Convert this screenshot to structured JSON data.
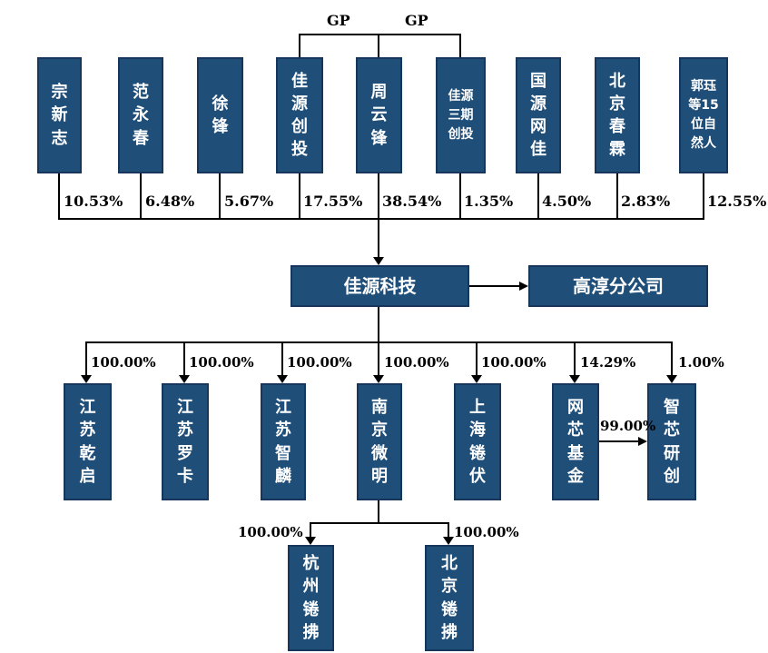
{
  "diagram_type": "equity-ownership-structure",
  "colors": {
    "box_fill": "#1F4E79",
    "box_border": "#16365C",
    "box_text": "#FFFFFF",
    "connector": "#000000",
    "label_text": "#000000",
    "background": "#FFFFFF"
  },
  "gp_labels": [
    "GP",
    "GP"
  ],
  "top_shareholders": [
    {
      "name": "宗新志",
      "label": "宗\n新\n志",
      "ownership": "10.53%"
    },
    {
      "name": "范永春",
      "label": "范\n永\n春",
      "ownership": "6.48%"
    },
    {
      "name": "徐锋",
      "label": "徐\n锋",
      "ownership": "5.67%"
    },
    {
      "name": "佳源创投",
      "label": "佳\n源\n创\n投",
      "ownership": "17.55%"
    },
    {
      "name": "周云锋",
      "label": "周\n云\n锋",
      "ownership": "38.54%"
    },
    {
      "name": "佳源三期创投",
      "label": "佳源\n三期\n创投",
      "ownership": "1.35%"
    },
    {
      "name": "国源网佳",
      "label": "国\n源\n网\n佳",
      "ownership": "4.50%"
    },
    {
      "name": "北京春霖",
      "label": "北\n京\n春\n霖",
      "ownership": "2.83%"
    },
    {
      "name": "郭珏等15位自然人",
      "label": "郭珏\n等15\n位自\n然人",
      "ownership": "12.55%"
    }
  ],
  "company": {
    "name": "佳源科技"
  },
  "branch": {
    "name": "高淳分公司"
  },
  "subsidiaries": [
    {
      "name": "江苏乾启",
      "label": "江\n苏\n乾\n启",
      "ownership": "100.00%"
    },
    {
      "name": "江苏罗卡",
      "label": "江\n苏\n罗\n卡",
      "ownership": "100.00%"
    },
    {
      "name": "江苏智麟",
      "label": "江\n苏\n智\n麟",
      "ownership": "100.00%"
    },
    {
      "name": "南京微明",
      "label": "南\n京\n微\n明",
      "ownership": "100.00%"
    },
    {
      "name": "上海锩伏",
      "label": "上\n海\n锩\n伏",
      "ownership": "100.00%"
    },
    {
      "name": "网芯基金",
      "label": "网\n芯\n基\n金",
      "ownership": "14.29%"
    },
    {
      "name": "智芯研创",
      "label": "智\n芯\n研\n创",
      "ownership": "1.00%"
    }
  ],
  "cross_holding": {
    "from": "网芯基金",
    "to": "智芯研创",
    "ownership": "99.00%"
  },
  "sub_subsidiaries": [
    {
      "name": "杭州锩拂",
      "label": "杭\n州\n锩\n拂",
      "ownership": "100.00%",
      "parent": "南京微明"
    },
    {
      "name": "北京锩拂",
      "label": "北\n京\n锩\n拂",
      "ownership": "100.00%",
      "parent": "南京微明"
    }
  ]
}
